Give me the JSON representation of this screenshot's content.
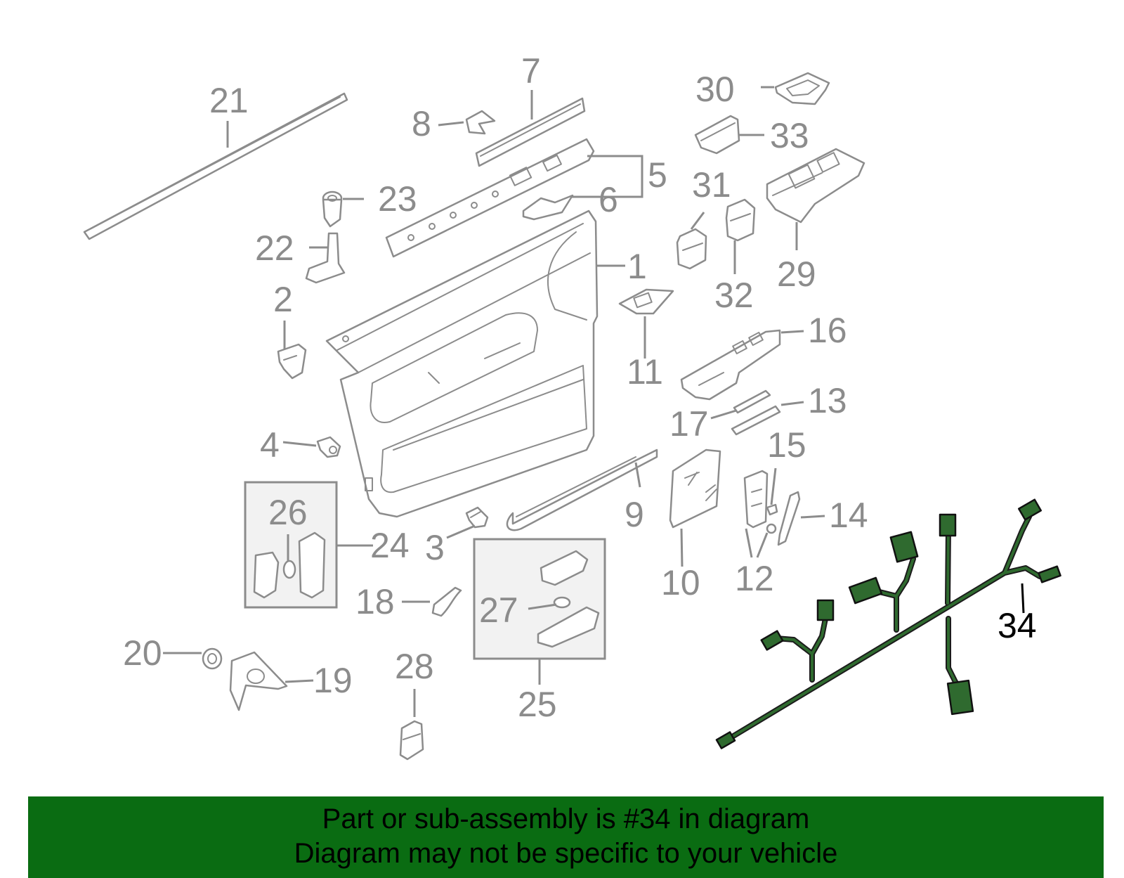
{
  "callouts": {
    "c1": "1",
    "c2": "2",
    "c3": "3",
    "c4": "4",
    "c5": "5",
    "c6": "6",
    "c7": "7",
    "c8": "8",
    "c9": "9",
    "c10": "10",
    "c11": "11",
    "c12": "12",
    "c13": "13",
    "c14": "14",
    "c15": "15",
    "c16": "16",
    "c17": "17",
    "c18": "18",
    "c19": "19",
    "c20": "20",
    "c21": "21",
    "c22": "22",
    "c23": "23",
    "c24": "24",
    "c25": "25",
    "c26": "26",
    "c27": "27",
    "c28": "28",
    "c29": "29",
    "c30": "30",
    "c31": "31",
    "c32": "32",
    "c33": "33",
    "c34": "34"
  },
  "highlight_part": "34",
  "colors": {
    "part_gray": "#8c8c8c",
    "harness_green": "#2f6a2f",
    "banner_green": "#0a6c12",
    "banner_text": "#000000"
  },
  "banner": {
    "line1": "Part or sub-assembly is #34 in diagram",
    "line2": "Diagram may not be specific to your vehicle"
  }
}
